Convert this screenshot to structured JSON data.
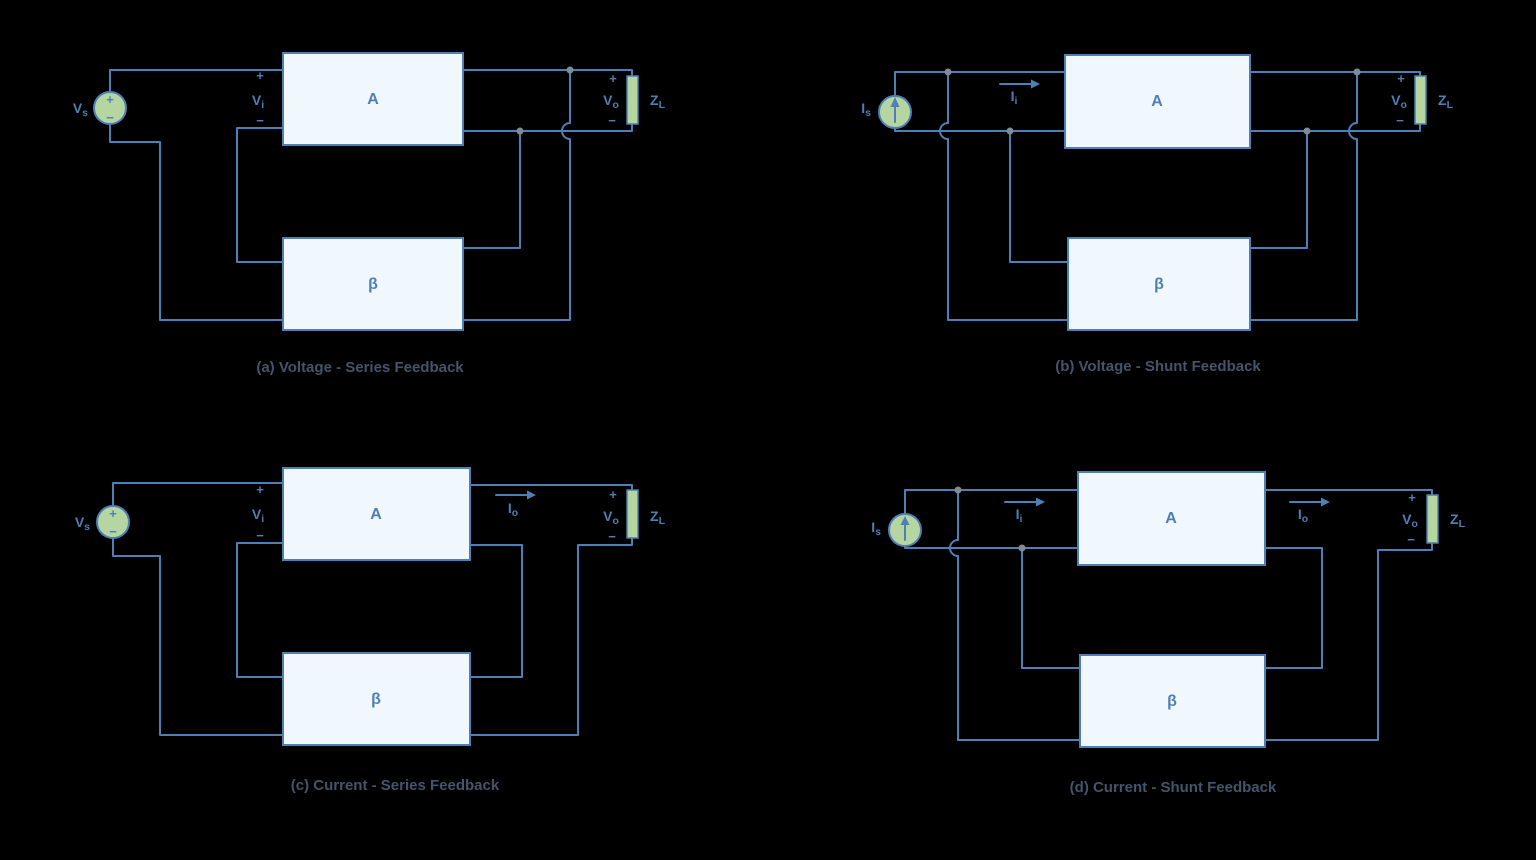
{
  "colors": {
    "background": "#000000",
    "wire": "#4e7fb5",
    "block_fill": "#f0f7fd",
    "block_border": "#4e7fb5",
    "source_fill": "#b5d6a0",
    "load_fill": "#b5d6a0",
    "label": "#4e7fb5",
    "caption": "#44546a",
    "dot": "#808b96"
  },
  "diagrams": [
    {
      "key": "a",
      "caption": "(a) Voltage - Series Feedback",
      "source": {
        "kind": "voltage-source",
        "main": "V",
        "sub": "s",
        "plus": "+",
        "minus": "−"
      },
      "input": {
        "main": "V",
        "sub": "i",
        "plus": "+",
        "minus": "−"
      },
      "amplifier": "A",
      "feedback": "β",
      "output": {
        "main": "V",
        "sub": "o",
        "plus": "+",
        "minus": "−"
      },
      "load": {
        "main": "Z",
        "sub": "L"
      }
    },
    {
      "key": "b",
      "caption": "(b) Voltage - Shunt Feedback",
      "source": {
        "kind": "current-source",
        "main": "I",
        "sub": "s"
      },
      "input": {
        "main": "I",
        "sub": "i"
      },
      "amplifier": "A",
      "feedback": "β",
      "output": {
        "main": "V",
        "sub": "o",
        "plus": "+",
        "minus": "−"
      },
      "load": {
        "main": "Z",
        "sub": "L"
      }
    },
    {
      "key": "c",
      "caption": "(c) Current - Series Feedback",
      "source": {
        "kind": "voltage-source",
        "main": "V",
        "sub": "s",
        "plus": "+",
        "minus": "−"
      },
      "input": {
        "main": "V",
        "sub": "i",
        "plus": "+",
        "minus": "−"
      },
      "amplifier": "A",
      "feedback": "β",
      "output_current": {
        "main": "I",
        "sub": "o"
      },
      "output": {
        "main": "V",
        "sub": "o",
        "plus": "+",
        "minus": "−"
      },
      "load": {
        "main": "Z",
        "sub": "L"
      }
    },
    {
      "key": "d",
      "caption": "(d) Current - Shunt Feedback",
      "source": {
        "kind": "current-source",
        "main": "I",
        "sub": "s"
      },
      "input": {
        "main": "I",
        "sub": "i"
      },
      "amplifier": "A",
      "feedback": "β",
      "output_current": {
        "main": "I",
        "sub": "o"
      },
      "output": {
        "main": "V",
        "sub": "o",
        "plus": "+",
        "minus": "−"
      },
      "load": {
        "main": "Z",
        "sub": "L"
      }
    }
  ]
}
